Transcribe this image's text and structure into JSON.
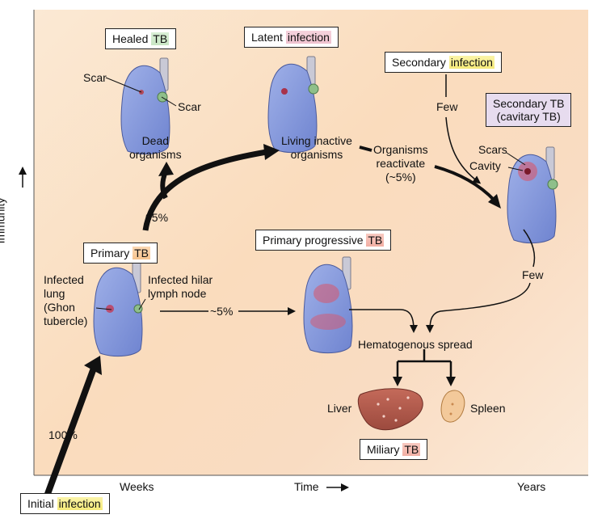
{
  "axis": {
    "y_label": "Immunity",
    "x_weeks": "Weeks",
    "x_time": "Time",
    "x_years": "Years"
  },
  "stages": {
    "healed": "TB",
    "healed_prefix": "Healed ",
    "latent_prefix": "Latent ",
    "latent": "infection",
    "secondary_infection_prefix": "Secondary ",
    "secondary_infection": "infection",
    "secondary_tb_line1_prefix": "Secondary ",
    "secondary_tb_line1": "TB",
    "secondary_tb_line2_prefix": "(cavitary ",
    "secondary_tb_line2": "TB",
    "secondary_tb_line2_suffix": ")",
    "primary_prefix": "Primary ",
    "primary": "TB",
    "primary_progressive_prefix": "Primary progressive ",
    "primary_progressive": "TB",
    "miliary_prefix": "Miliary ",
    "miliary": "TB",
    "initial_prefix": "Initial ",
    "initial": "infection"
  },
  "labels": {
    "scar_left": "Scar",
    "scar_right": "Scar",
    "dead_organisms_1": "Dead",
    "dead_organisms_2": "organisms",
    "living_inactive_1": "Living inactive",
    "living_inactive_2": "organisms",
    "reactivate_1": "Organisms",
    "reactivate_2": "reactivate",
    "reactivate_3": "(~5%)",
    "few_top": "Few",
    "few_bottom": "Few",
    "scars": "Scars",
    "cavity": "Cavity",
    "pct_95": "95%",
    "infected_lung_1": "Infected",
    "infected_lung_2": "lung",
    "infected_lung_3": "(Ghon",
    "infected_lung_4": "tubercle)",
    "hilar_1": "Infected hilar",
    "hilar_2": "lymph node",
    "pct_5": "~5%",
    "hematogenous": "Hematogenous spread",
    "liver": "Liver",
    "spleen": "Spleen",
    "pct_100": "100%"
  }
}
